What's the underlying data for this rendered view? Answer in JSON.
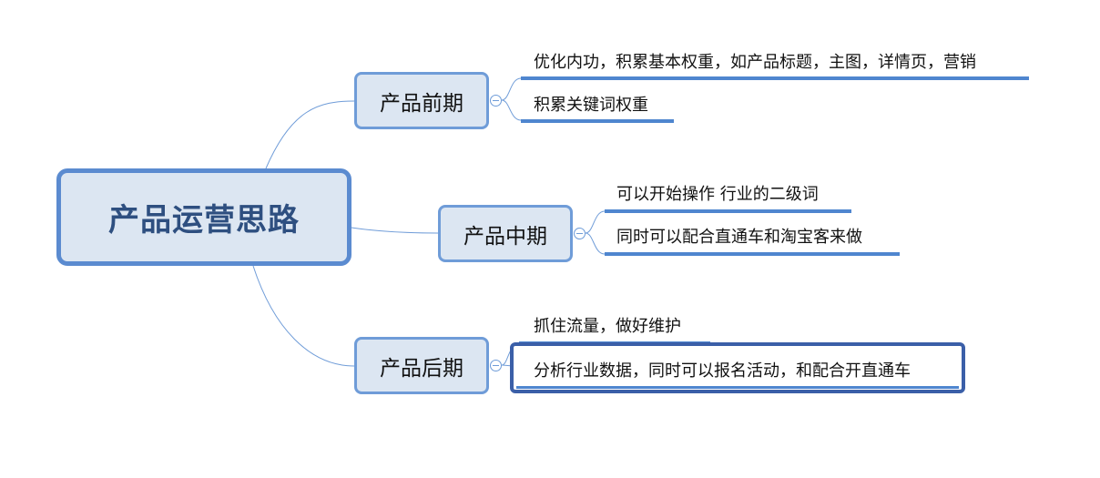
{
  "mindmap": {
    "root": {
      "label": "产品运营思路"
    },
    "branches": [
      {
        "label": "产品前期",
        "children": [
          {
            "label": "优化内功，积累基本权重，如产品标题，主图，详情页，营销"
          },
          {
            "label": "积累关键词权重"
          }
        ]
      },
      {
        "label": "产品中期",
        "children": [
          {
            "label": "可以开始操作 行业的二级词"
          },
          {
            "label": "同时可以配合直通车和淘宝客来做"
          }
        ]
      },
      {
        "label": "产品后期",
        "children": [
          {
            "label": "抓住流量，做好维护"
          },
          {
            "label": "分析行业数据，同时可以报名活动，和配合开直通车",
            "selected": true
          }
        ]
      }
    ],
    "colors": {
      "node_fill": "#dce6f2",
      "node_border": "#5b8bd0",
      "connector": "#6f9cd8",
      "underline": "#4f86cf",
      "selection": "#3b5fa8"
    }
  }
}
